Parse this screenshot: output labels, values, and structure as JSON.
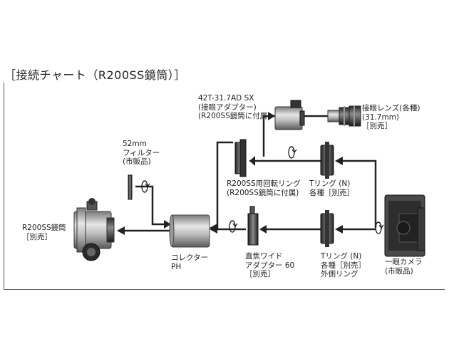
{
  "title": "［接続チャート（R200SS鏡筒）］",
  "labels": {
    "adapter": [
      "42T-31.7AD SX",
      "(接眼アダプター)",
      "(R200SS鏡筒に付属)"
    ],
    "eyepiece": [
      "接眼レンズ(各種)",
      "(31.7mm)",
      "［別売］"
    ],
    "filter": [
      "52mm",
      "フィルター",
      "(市販品)"
    ],
    "scope": [
      "R200SS鏡筒",
      "［別売］"
    ],
    "rotating_ring": [
      "R200SS用回転リング",
      "(R200SS鏡筒に付属)"
    ],
    "t_ring_top": [
      "Tリング (N)",
      "各種［別売］"
    ],
    "corrector": [
      "コレクター",
      "PH"
    ],
    "wide_adapter": [
      "直焦ワイド",
      "アダプター 60",
      "［別売］"
    ],
    "t_ring_bottom": [
      "Tリング (N)",
      "各種［別売］",
      "外側リング"
    ],
    "camera": [
      "一眼カメラ",
      "(市販品)"
    ]
  }
}
